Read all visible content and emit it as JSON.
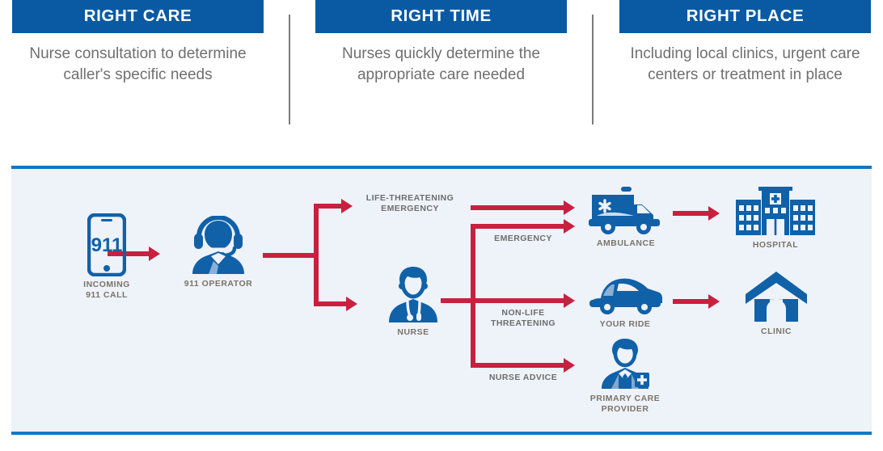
{
  "columns": [
    {
      "title": "RIGHT CARE",
      "body": "Nurse consultation to determine caller's specific needs"
    },
    {
      "title": "RIGHT TIME",
      "body": "Nurses quickly determine the appropriate care needed"
    },
    {
      "title": "RIGHT PLACE",
      "body": "Including local clinics, urgent care centers or treatment in place"
    }
  ],
  "colors": {
    "header_blue": "#0a5aa3",
    "panel_border_blue": "#1277c4",
    "panel_background": "#eef2f9",
    "icon_blue": "#1061a8",
    "arrow_red": "#c8203f",
    "caption_gray": "#7a7468",
    "body_gray": "#6f6f6f"
  },
  "diagram": {
    "nodes": [
      {
        "id": "incoming-call",
        "icon": "smartphone-911-icon",
        "caption": "INCOMING\n911 CALL",
        "screen_text": "911"
      },
      {
        "id": "operator",
        "icon": "headset-operator-icon",
        "caption": "911 OPERATOR"
      },
      {
        "id": "nurse",
        "icon": "nurse-icon",
        "caption": "NURSE"
      },
      {
        "id": "ambulance",
        "icon": "ambulance-icon",
        "caption": "AMBULANCE"
      },
      {
        "id": "your-ride",
        "icon": "car-icon",
        "caption": "YOUR RIDE"
      },
      {
        "id": "primary-care",
        "icon": "doctor-icon",
        "caption": "PRIMARY CARE\nPROVIDER"
      },
      {
        "id": "hospital",
        "icon": "hospital-building-icon",
        "caption": "HOSPITAL"
      },
      {
        "id": "clinic",
        "icon": "clinic-house-icon",
        "caption": "CLINIC"
      }
    ],
    "flow_labels": [
      {
        "id": "life-threatening",
        "text": "LIFE-THREATENING\nEMERGENCY"
      },
      {
        "id": "emergency",
        "text": "EMERGENCY"
      },
      {
        "id": "non-life",
        "text": "NON-LIFE\nTHREATENING"
      },
      {
        "id": "nurse-advice",
        "text": "NURSE ADVICE"
      }
    ]
  }
}
